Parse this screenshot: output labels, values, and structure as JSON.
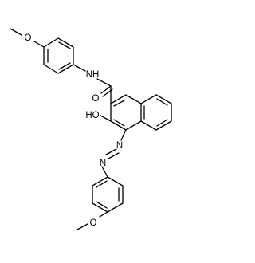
{
  "atoms": {
    "o_top": "O",
    "nh": "NH",
    "o_carbonyl": "O",
    "ho": "HO",
    "n_upper": "N",
    "n_lower": "N",
    "o_bottom": "O"
  }
}
